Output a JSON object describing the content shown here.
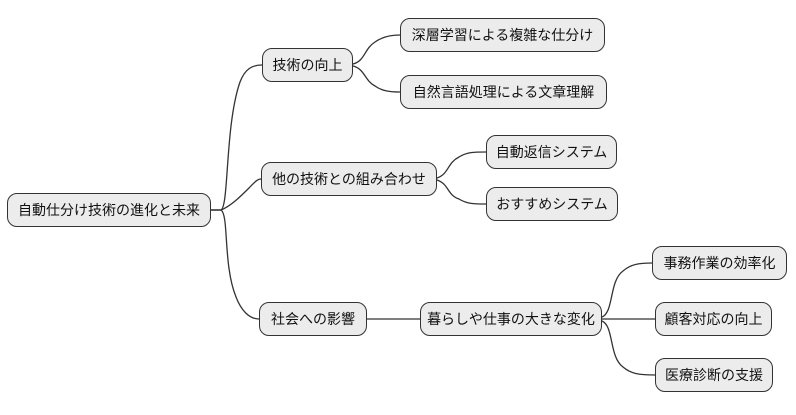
{
  "diagram": {
    "type": "mindmap",
    "root": {
      "label": "自動仕分け技術の進化と未来"
    },
    "branches": [
      {
        "label": "技術の向上",
        "children": [
          {
            "label": "深層学習による複雑な仕分け"
          },
          {
            "label": "自然言語処理による文章理解"
          }
        ]
      },
      {
        "label": "他の技術との組み合わせ",
        "children": [
          {
            "label": "自動返信システム"
          },
          {
            "label": "おすすめシステム"
          }
        ]
      },
      {
        "label": "社会への影響",
        "children": [
          {
            "label": "暮らしや仕事の大きな変化",
            "children": [
              {
                "label": "事務作業の効率化"
              },
              {
                "label": "顧客対応の向上"
              },
              {
                "label": "医療診断の支援"
              }
            ]
          }
        ]
      }
    ],
    "colors": {
      "background": "#ffffff",
      "node_fill": "#ececec",
      "node_border": "#333333",
      "edge": "#333333",
      "text": "#111111"
    }
  }
}
